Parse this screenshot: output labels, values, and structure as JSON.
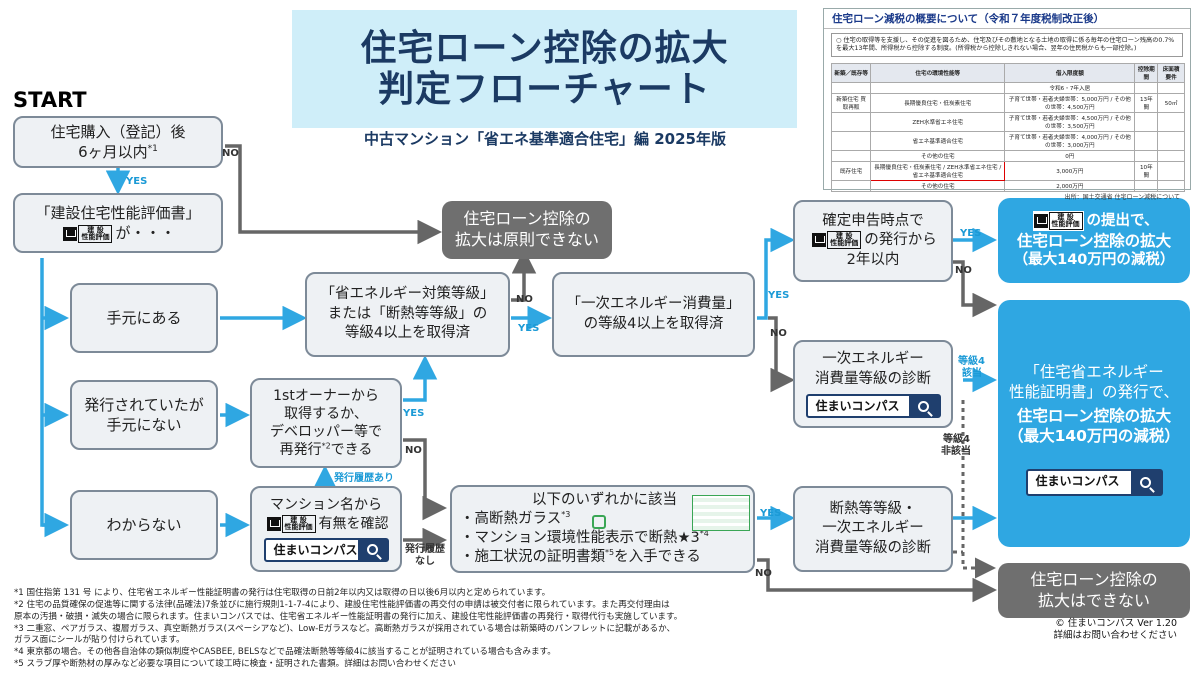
{
  "title": {
    "line1": "住宅ローン控除の拡大",
    "line2": "判定フローチャート"
  },
  "subtitle": "中古マンション「省エネ基準適合住宅」編 2025年版",
  "start_label": "START",
  "nodes": {
    "purchase": {
      "l1": "住宅購入（登記）後",
      "l2": "6ヶ月以内",
      "sup": "*1"
    },
    "certificate": {
      "l1": "「建設住宅性能評価書」",
      "l2": "が・・・"
    },
    "in_hand": "手元にある",
    "issued_not_in_hand": {
      "l1": "発行されていたが",
      "l2": "手元にない"
    },
    "unknown": "わからない",
    "owner_reissue": {
      "l1": "1stオーナーから",
      "l2": "取得するか、",
      "l3": "デベロッパー等で",
      "l4": "再発行",
      "sup": "*2",
      "l5": "できる"
    },
    "mansion_check": {
      "l1": "マンション名から",
      "l2": "有無を確認"
    },
    "grade4": {
      "l1": "「省エネルギー対策等級」",
      "l2": "または「断熱等等級」の",
      "l3": "等級4以上を取得済"
    },
    "energy4": {
      "l1": "「一次エネルギー消費量」",
      "l2": "の等級4以上を取得済"
    },
    "any_of": {
      "l0": "以下のいずれかに該当",
      "l1": "・高断熱ガラス",
      "s1": "*3",
      "l2": "・マンション環境性能表示で断熱★3",
      "s2": "*4",
      "l3": "・施工状況の証明書類",
      "s3": "*5",
      "l3b": "を入手できる"
    },
    "tax_return": {
      "l1": "確定申告時点で",
      "l2": "の発行から",
      "l3": "2年以内"
    },
    "energy_diag": {
      "l1": "一次エネルギー",
      "l2": "消費量等級の診断"
    },
    "insul_diag": {
      "l1": "断熱等等級・",
      "l2": "一次エネルギー",
      "l3": "消費量等級の診断"
    },
    "no_expand_principle": {
      "l1": "住宅ローン控除の",
      "l2": "拡大は原則できない"
    },
    "no_expand": {
      "l1": "住宅ローン控除の",
      "l2": "拡大はできない"
    },
    "result_submit": {
      "l1": "の提出で、",
      "l2": "住宅ローン控除の拡大",
      "l3": "（最大140万円の減税）"
    },
    "result_cert": {
      "l1": "「住宅省エネルギー",
      "l2": "性能証明書」の発行で、",
      "l3": "住宅ローン控除の拡大",
      "l4": "（最大140万円の減税）"
    }
  },
  "search_label": "住まいコンパス",
  "badge_text": {
    "top": "建 設",
    "bottom": "性能評価"
  },
  "labels": {
    "yes": "YES",
    "no": "NO",
    "issued_history": "発行履歴あり",
    "no_history_1": "発行履歴",
    "no_history_2": "なし",
    "grade4_applicable_1": "等級4",
    "grade4_applicable_2": "該当",
    "grade4_not_1": "等級4",
    "grade4_not_2": "非該当"
  },
  "notes": [
    "*1  国住指第 131 号 により、住宅省エネルギー性能証明書の発行は住宅取得の日前2年以内又は取得の日以後6月以内と定められています。",
    "*2  住宅の品質確保の促進等に関する法律(品確法)7条並びに施行規則1-1-7-4により、建設住宅性能評価書の再交付の申請は被交付者に限られています。また再交付理由は",
    "      原本の汚損・破損・滅失の場合に限られます。住まいコンパスでは、住宅省エネルギー性能証明書の発行に加え、建設住宅性能評価書の再発行・取得代行も実施しています。",
    "*3  二重窓、ペアガラス、複層ガラス、真空断熱ガラス(スペーシアなど)、Low-Eガラスなど。高断熱ガラスが採用されている場合は新築時のパンフレットに記載があるか、",
    "      ガラス面にシールが貼り付けられています。",
    "*4  東京都の場合。その他各自治体の類似制度やCASBEE, BELSなどで品確法断熱等等級4に該当することが証明されている場合も含みます。",
    "*5  スラブ厚や断熱材の厚みなど必要な項目について竣工時に検査・証明された書類。詳細はお問い合わせください"
  ],
  "credit": {
    "l1": "© 住まいコンパス Ver 1.20",
    "l2": "詳細はお問い合わせください"
  },
  "tax_panel": {
    "header": "住宅ローン減税の概要について（令和７年度税制改正後）",
    "body": "○  住宅の取得等を支援し、その促進を図るため、住宅及びその敷地となる土地の取得に係る毎年の住宅ローン残高の0.7%を最大13年間、所得税から控除する制度。(所得税から控除しきれない場合、翌年の住民税からも一部控除。)",
    "head": [
      "新築／既存等",
      "住宅の環境性能等",
      "借入限度額",
      "控除期間",
      "床面積要件"
    ],
    "rows": [
      [
        "新築住宅 買取再販",
        "長期優良住宅・低炭素住宅",
        "子育て世帯・若者夫婦世帯：5,000万円 / その他の世帯：4,500万円",
        "13年間",
        "50㎡"
      ],
      [
        "",
        "ZEH水準省エネ住宅",
        "子育て世帯・若者夫婦世帯：4,500万円 / その他の世帯：3,500万円",
        "",
        ""
      ],
      [
        "",
        "省エネ基準適合住宅",
        "子育て世帯・若者夫婦世帯：4,000万円 / その他の世帯：3,000万円",
        "",
        ""
      ],
      [
        "",
        "その他の住宅",
        "0円",
        "",
        ""
      ],
      [
        "既存住宅",
        "長期優良住宅・低炭素住宅 / ZEH水準省エネ住宅 / 省エネ基準適合住宅",
        "3,000万円",
        "10年間",
        ""
      ],
      [
        "",
        "その他の住宅",
        "2,000万円",
        "",
        ""
      ]
    ],
    "year_note": "令和6・7年入居",
    "source": "出所：国土交通省 住宅ローン減税について"
  },
  "colors": {
    "blue": "#2fa7e2",
    "navy": "#1f3f6e",
    "gray_box": "#6f6f6f",
    "arrow_gray": "#6a6a6a"
  }
}
